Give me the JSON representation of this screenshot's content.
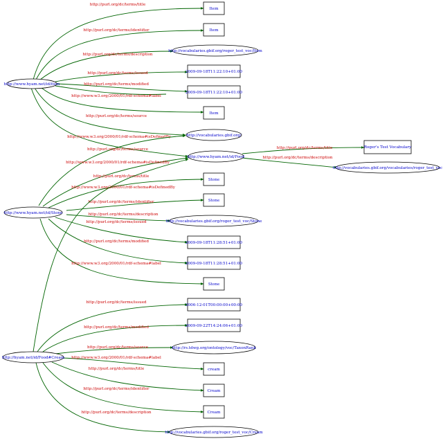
{
  "graph": {
    "nodes": [
      {
        "id": "item",
        "shape": "ellipse",
        "label": "http://www.hyam.net/id/item"
      },
      {
        "id": "stone",
        "shape": "ellipse",
        "label": "http://www.hyam.net/id/Stone"
      },
      {
        "id": "cream",
        "shape": "ellipse",
        "label": "http://hyam.net/id/Food#Cream"
      },
      {
        "id": "food",
        "shape": "ellipse",
        "label": "http://www.hyam.net/id/Food"
      },
      {
        "id": "vocab",
        "shape": "ellipse",
        "label": "http://vocabularies.gbif.org/"
      },
      {
        "id": "item_title",
        "shape": "box",
        "label": "Item"
      },
      {
        "id": "item_identifier",
        "shape": "box",
        "label": "Item"
      },
      {
        "id": "item_desc",
        "shape": "ellipse",
        "label": "http://vocabularies.gbif.org/roger_test_voc/Item"
      },
      {
        "id": "item_issued",
        "shape": "box",
        "label": "2009-09-18T11:22:10+01:00"
      },
      {
        "id": "item_modified",
        "shape": "box",
        "label": "2009-09-18T11:22:10+01:00"
      },
      {
        "id": "item_label",
        "shape": "box",
        "label": "Item"
      },
      {
        "id": "food_title",
        "shape": "box",
        "label": "Roger's Test Vocabulary"
      },
      {
        "id": "food_desc",
        "shape": "ellipse",
        "label": "http://vocabularies.gbif.org/vocabularies/roger_test_voc"
      },
      {
        "id": "stone_title",
        "shape": "box",
        "label": "Stone"
      },
      {
        "id": "stone_identifier",
        "shape": "box",
        "label": "Stone"
      },
      {
        "id": "stone_desc",
        "shape": "ellipse",
        "label": "http://vocabularies.gbif.org/roger_test_voc/Stone"
      },
      {
        "id": "stone_issued",
        "shape": "box",
        "label": "2009-09-18T11:28:51+01:00"
      },
      {
        "id": "stone_modified",
        "shape": "box",
        "label": "2009-09-18T11:28:51+01:00"
      },
      {
        "id": "stone_label",
        "shape": "box",
        "label": "Stone"
      },
      {
        "id": "cream_issued",
        "shape": "box",
        "label": "2006-12-01T00:00:00+00:00"
      },
      {
        "id": "cream_modified",
        "shape": "box",
        "label": "2009-09-22T14:24:06+01:00"
      },
      {
        "id": "cream_source",
        "shape": "ellipse",
        "label": "http://rs.tdwg.org/ontology/voc/TaxonRank"
      },
      {
        "id": "cream_label",
        "shape": "box",
        "label": "cream"
      },
      {
        "id": "cream_title",
        "shape": "box",
        "label": "Cream"
      },
      {
        "id": "cream_identifier",
        "shape": "box",
        "label": "Cream"
      },
      {
        "id": "cream_desc",
        "shape": "ellipse",
        "label": "http://vocabularies.gbif.org/roger_test_voc/Cream"
      }
    ],
    "edges": [
      {
        "from": "item",
        "to": "item_title",
        "label": "http://purl.org/dc/terms/title"
      },
      {
        "from": "item",
        "to": "item_identifier",
        "label": "http://purl.org/dc/terms/identifier"
      },
      {
        "from": "item",
        "to": "item_desc",
        "label": "http://purl.org/dc/terms/description"
      },
      {
        "from": "item",
        "to": "item_issued",
        "label": "http://purl.org/dc/terms/issued"
      },
      {
        "from": "item",
        "to": "item_modified",
        "label": "http://purl.org/dc/terms/modified"
      },
      {
        "from": "item",
        "to": "item_modified",
        "label": "http://www.w3.org/2000/01/rdf-schema#label"
      },
      {
        "from": "item",
        "to": "item_label",
        "label": "http://purl.org/dc/terms/source"
      },
      {
        "from": "item",
        "to": "vocab",
        "label": ""
      },
      {
        "from": "item",
        "to": "food",
        "label": "http://www.w3.org/2000/01/rdf-schema#isDefinedBy"
      },
      {
        "from": "food",
        "to": "food_title",
        "label": "http://purl.org/dc/terms/title"
      },
      {
        "from": "food",
        "to": "food_desc",
        "label": "http://purl.org/dc/terms/description"
      },
      {
        "from": "stone",
        "to": "vocab",
        "label": "http://purl.org/dc/terms/source"
      },
      {
        "from": "stone",
        "to": "food",
        "label": "http://www.w3.org/2000/01/rdf-schema#isDefinedBy"
      },
      {
        "from": "stone",
        "to": "stone_title",
        "label": "http://purl.org/dc/terms/title"
      },
      {
        "from": "stone",
        "to": "stone_identifier",
        "label": "http://purl.org/dc/terms/identifier"
      },
      {
        "from": "stone",
        "to": "stone_desc",
        "label": "http://purl.org/dc/terms/description"
      },
      {
        "from": "stone",
        "to": "stone_issued",
        "label": "http://purl.org/dc/terms/issued"
      },
      {
        "from": "stone",
        "to": "stone_modified",
        "label": "http://purl.org/dc/terms/modified"
      },
      {
        "from": "stone",
        "to": "stone_label",
        "label": "http://www.w3.org/2000/01/rdf-schema#label"
      },
      {
        "from": "cream",
        "to": "food",
        "label": "http://www.w3.org/2000/01/rdf-schema#isDefinedBy"
      },
      {
        "from": "cream",
        "to": "cream_issued",
        "label": "http://purl.org/dc/terms/issued"
      },
      {
        "from": "cream",
        "to": "cream_modified",
        "label": "http://purl.org/dc/terms/modified"
      },
      {
        "from": "cream",
        "to": "cream_source",
        "label": "http://purl.org/dc/terms/source"
      },
      {
        "from": "cream",
        "to": "cream_label",
        "label": "http://www.w3.org/2000/01/rdf-schema#label"
      },
      {
        "from": "cream",
        "to": "cream_title",
        "label": "http://purl.org/dc/terms/title"
      },
      {
        "from": "cream",
        "to": "cream_identifier",
        "label": "http://purl.org/dc/terms/identifier"
      },
      {
        "from": "cream",
        "to": "cream_desc",
        "label": "http://purl.org/dc/terms/description"
      }
    ]
  },
  "colors": {
    "edge": "#006400",
    "edge_label": "#cc0000",
    "node_text": "#0000cc",
    "node_border": "#000000",
    "background": "#ffffff"
  }
}
